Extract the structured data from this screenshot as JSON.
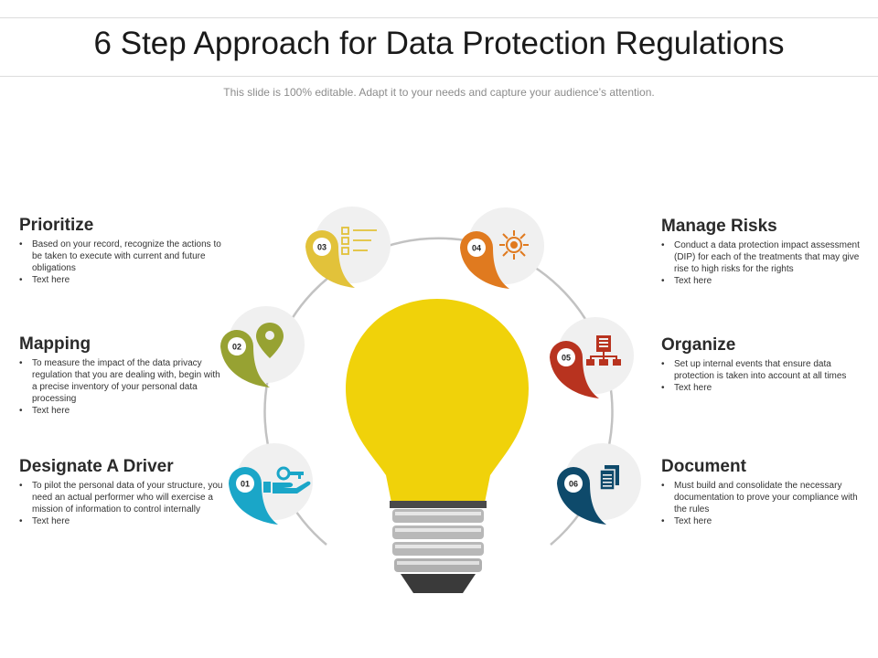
{
  "header": {
    "title": "6 Step Approach for Data Protection Regulations",
    "subtitle": "This slide is 100% editable. Adapt it to your needs and capture your audience’s attention."
  },
  "colors": {
    "bulb": "#f0d20a",
    "step_01": "#1aa6c8",
    "step_02": "#97a232",
    "step_03": "#e2c23a",
    "step_04": "#e07a1f",
    "step_05": "#b8331f",
    "step_06": "#0e4a6b",
    "circle_bg": "#f0f0f0",
    "arc": "#c2c2c2"
  },
  "steps": [
    {
      "number": "01",
      "title": "Designate A Driver",
      "bullets": [
        "To pilot the personal data of your structure, you need an actual performer who will exercise a mission of information to control internally",
        "Text here"
      ],
      "icon": "hand-key-icon"
    },
    {
      "number": "02",
      "title": "Mapping",
      "bullets": [
        "To measure the impact of the data privacy regulation that you are dealing  with, begin with a precise inventory of your personal data processing",
        "Text here"
      ],
      "icon": "map-pin-icon"
    },
    {
      "number": "03",
      "title": "Prioritize",
      "bullets": [
        "Based on your record, recognize the actions to be taken to execute with current and future obligations",
        "Text here"
      ],
      "icon": "checklist-icon"
    },
    {
      "number": "04",
      "title": "Manage Risks",
      "bullets": [
        "Conduct a data protection impact assessment (DIP)  for each of the treatments that may give rise to high risks  for the rights",
        "Text here"
      ],
      "icon": "risk-target-icon"
    },
    {
      "number": "05",
      "title": "Organize",
      "bullets": [
        "Set up internal events that ensure data protection is taken into account at all times",
        "Text here"
      ],
      "icon": "org-chart-icon"
    },
    {
      "number": "06",
      "title": "Document",
      "bullets": [
        "Must build and consolidate the necessary documentation to prove your compliance with the rules",
        "Text here"
      ],
      "icon": "document-icon"
    }
  ]
}
